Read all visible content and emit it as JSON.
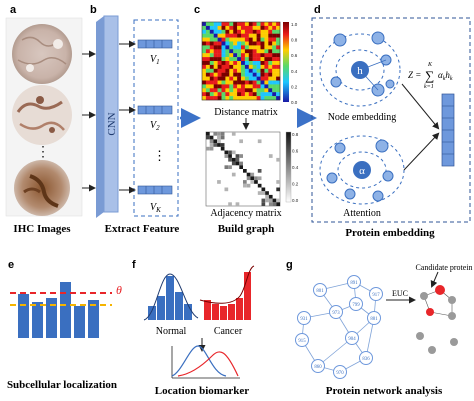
{
  "panels": {
    "a": {
      "letter": "a",
      "caption": "IHC Images",
      "dots": "⋮"
    },
    "b": {
      "letter": "b",
      "caption": "Extract Feature",
      "cnn": "CNN",
      "v1": "V",
      "v1_sub": "1",
      "v2": "V",
      "v2_sub": "2",
      "vk": "V",
      "vk_sub": "K",
      "dots": "⋮"
    },
    "c": {
      "letter": "c",
      "caption": "Build graph",
      "distance_label": "Distance matrix",
      "adjacency_label": "Adjacency matrix",
      "colorbar_ticks": [
        "1.0",
        "0.8",
        "0.6",
        "0.4",
        "0.2",
        "0.0"
      ],
      "adj_ticks": [
        "0.8",
        "0.6",
        "0.4",
        "0.2",
        "0.0"
      ]
    },
    "d": {
      "letter": "d",
      "caption": "Protein embedding",
      "node_embedding": "Node embedding",
      "attention": "Attention",
      "h_symbol": "h",
      "alpha_symbol": "α",
      "formula_lhs": "Z =",
      "formula_sum": "∑",
      "formula_top": "K",
      "formula_bottom": "k=1",
      "formula_term": "α",
      "formula_term_sub": "k",
      "formula_h": "h",
      "formula_h_sub": "k"
    },
    "e": {
      "letter": "e",
      "caption": "Subcellular localization",
      "theta": "θ"
    },
    "f": {
      "letter": "f",
      "caption": "Location biomarker",
      "normal": "Normal",
      "cancer": "Cancer"
    },
    "g": {
      "letter": "g",
      "caption": "Protein network analysis",
      "euc": "EUC",
      "candidate": "Candidate protein",
      "node_ids": [
        "801",
        "891",
        "973",
        "915",
        "860",
        "904",
        "881",
        "836",
        "970",
        "931",
        "917",
        "799"
      ]
    }
  },
  "colors": {
    "blue": "#3a6fc0",
    "light_blue": "#8eb2e6",
    "panel_border": "#2f5597",
    "red": "#e8262a",
    "yellow": "#f5b400",
    "arrow_blue": "#3c72c8",
    "grey_node": "#9a9a9a"
  }
}
